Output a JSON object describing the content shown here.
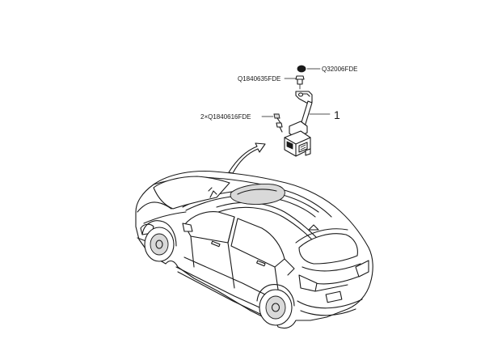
{
  "parts": {
    "cap_part_no": "Q32006FDE",
    "nut_part_no": "Q1840635FDE",
    "bolt_part_no": "2×Q1840616FDE",
    "callout_number": "1"
  },
  "colors": {
    "line": "#1a1a1a",
    "background": "#ffffff"
  }
}
